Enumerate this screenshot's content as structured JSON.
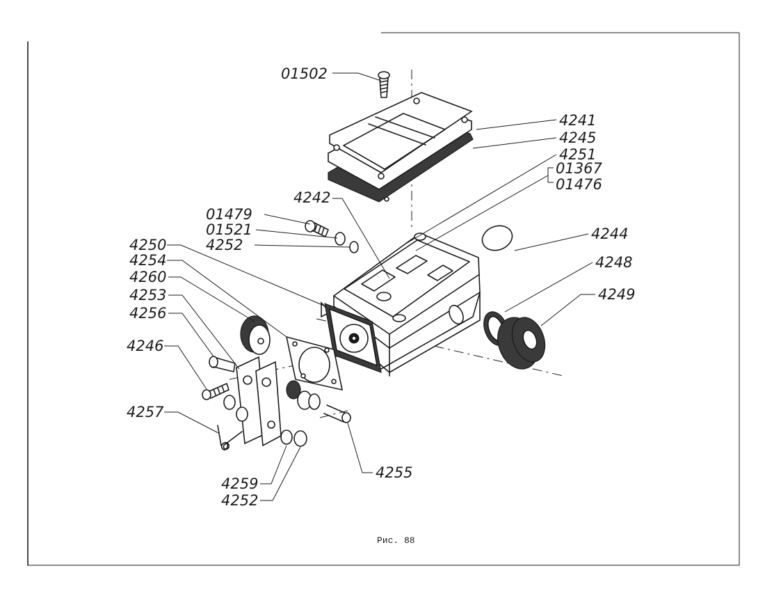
{
  "caption": "Рис. 88",
  "labels": {
    "l01502": "01502",
    "l4241": "4241",
    "l4245": "4245",
    "l4251": "4251",
    "l01367": "01367",
    "l01476": "01476",
    "l4242": "4242",
    "l01479": "01479",
    "l01521": "01521",
    "l4252a": "4252",
    "l4244": "4244",
    "l4250": "4250",
    "l4248": "4248",
    "l4254": "4254",
    "l4249": "4249",
    "l4260": "4260",
    "l4253": "4253",
    "l4256": "4256",
    "l4246": "4246",
    "l4257": "4257",
    "l4255": "4255",
    "l4259": "4259",
    "l4252b": "4252"
  }
}
